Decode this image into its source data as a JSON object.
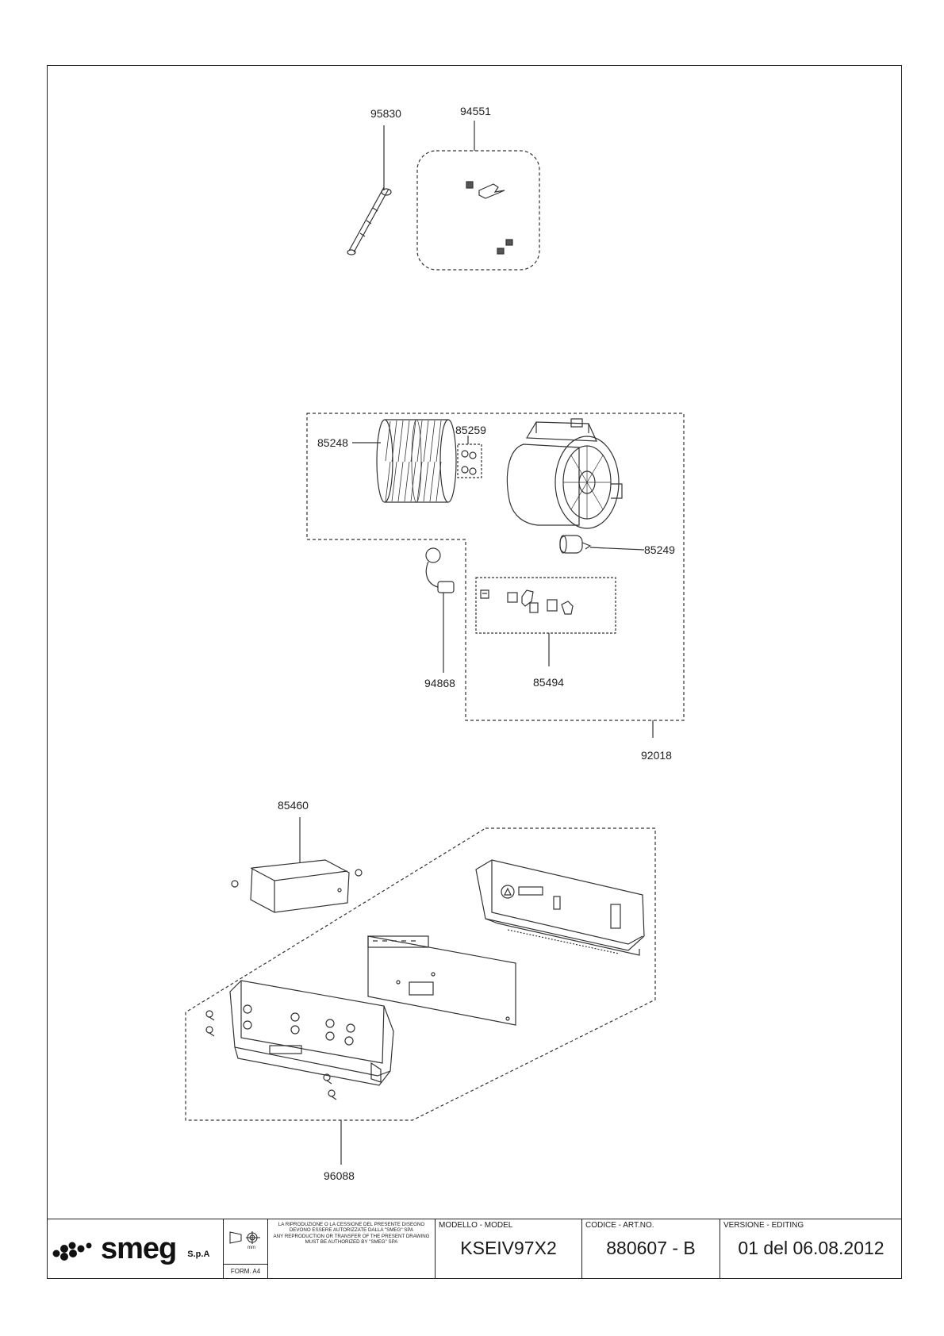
{
  "part_labels": {
    "p95830": "95830",
    "p94551": "94551",
    "p85248": "85248",
    "p85259": "85259",
    "p85249": "85249",
    "p94868": "94868",
    "p85494": "85494",
    "p92018": "92018",
    "p85460": "85460",
    "p96088": "96088"
  },
  "title_block": {
    "brand": "smeg",
    "company_suffix": "S.p.A",
    "unit": "mm",
    "form_label": "FORM. A4",
    "notice_it": "LA RIPRODUZIONE O LA CESSIONE DEL PRESENTE DISEGNO DEVONO ESSERE AUTORIZZATE DALLA \"SMEG\" SPA",
    "notice_en": "ANY REPRODUCTION OR TRANSFER OF THE PRESENT DRAWING MUST BE AUTHORIZED BY \"SMEG\" SPA",
    "model_caption": "MODELLO - MODEL",
    "model_value": "KSEIV97X2",
    "code_caption": "CODICE - ART.NO.",
    "code_value": "880607 - B",
    "version_caption": "VERSIONE - EDITING",
    "version_value": "01 del 06.08.2012"
  }
}
